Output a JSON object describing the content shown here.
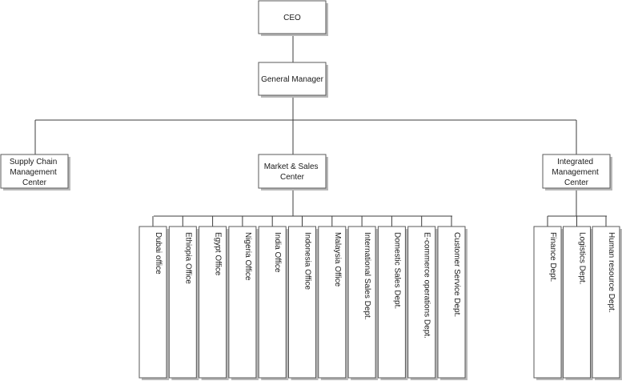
{
  "nodes": {
    "ceo": "CEO",
    "general_manager": "General Manager",
    "supply_chain": [
      "Supply Chain",
      "Management",
      "Center"
    ],
    "market_sales": [
      "Market & Sales",
      "Center"
    ],
    "integrated": [
      "Integrated",
      "Management",
      "Center"
    ]
  },
  "market_sales_units": [
    "Dubai office",
    "Ethiopia Office",
    "Egypt Office",
    "Nigeria Office",
    "India Office",
    "Indonesia Office",
    "Malaysia Office",
    "International Sales Dept.",
    "Domestic Sales Dept.",
    "E-commerce operations Dept.",
    "Customer Service Dept."
  ],
  "integrated_units": [
    "Finance Dept.",
    "Logistics Dept.",
    "Human resource Dept."
  ]
}
